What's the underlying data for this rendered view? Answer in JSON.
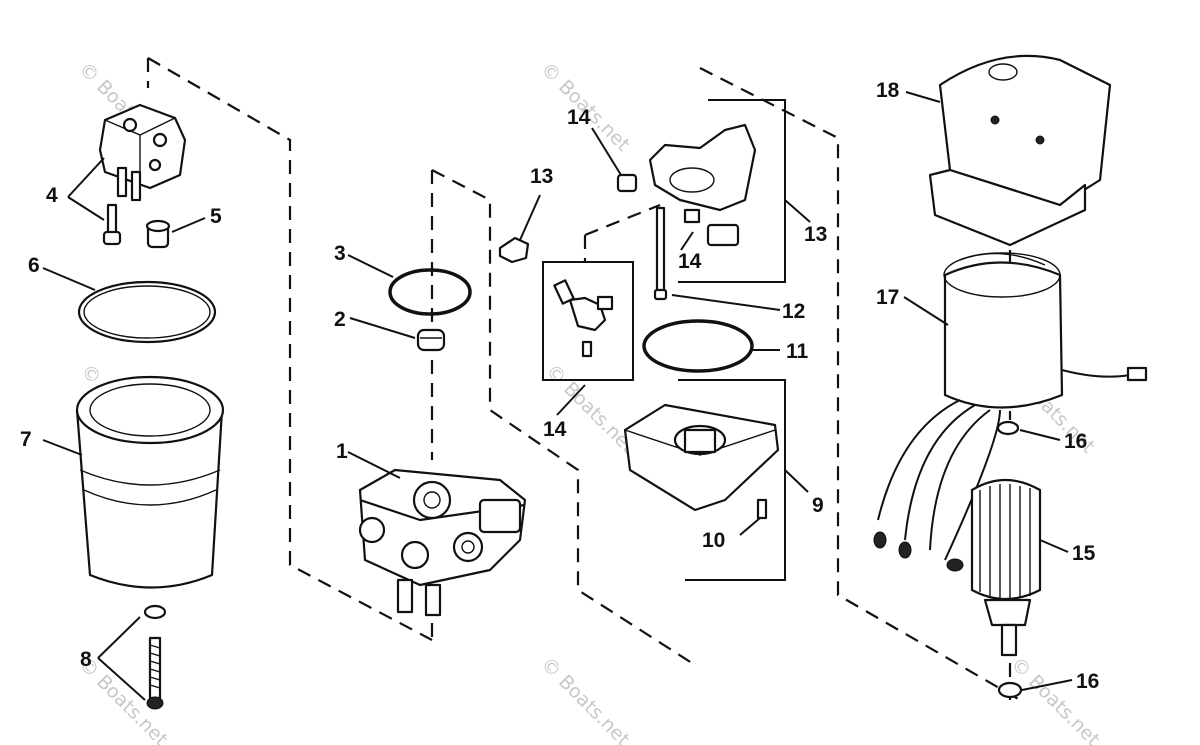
{
  "callouts": {
    "c1": "1",
    "c2": "2",
    "c3": "3",
    "c4": "4",
    "c5": "5",
    "c6": "6",
    "c7": "7",
    "c8": "8",
    "c9": "9",
    "c10": "10",
    "c11": "11",
    "c12": "12",
    "c13a": "13",
    "c13b": "13",
    "c14a": "14",
    "c14b": "14",
    "c14c": "14",
    "c15": "15",
    "c16a": "16",
    "c16b": "16",
    "c17": "17",
    "c18": "18"
  },
  "watermark": "© Boats.net"
}
